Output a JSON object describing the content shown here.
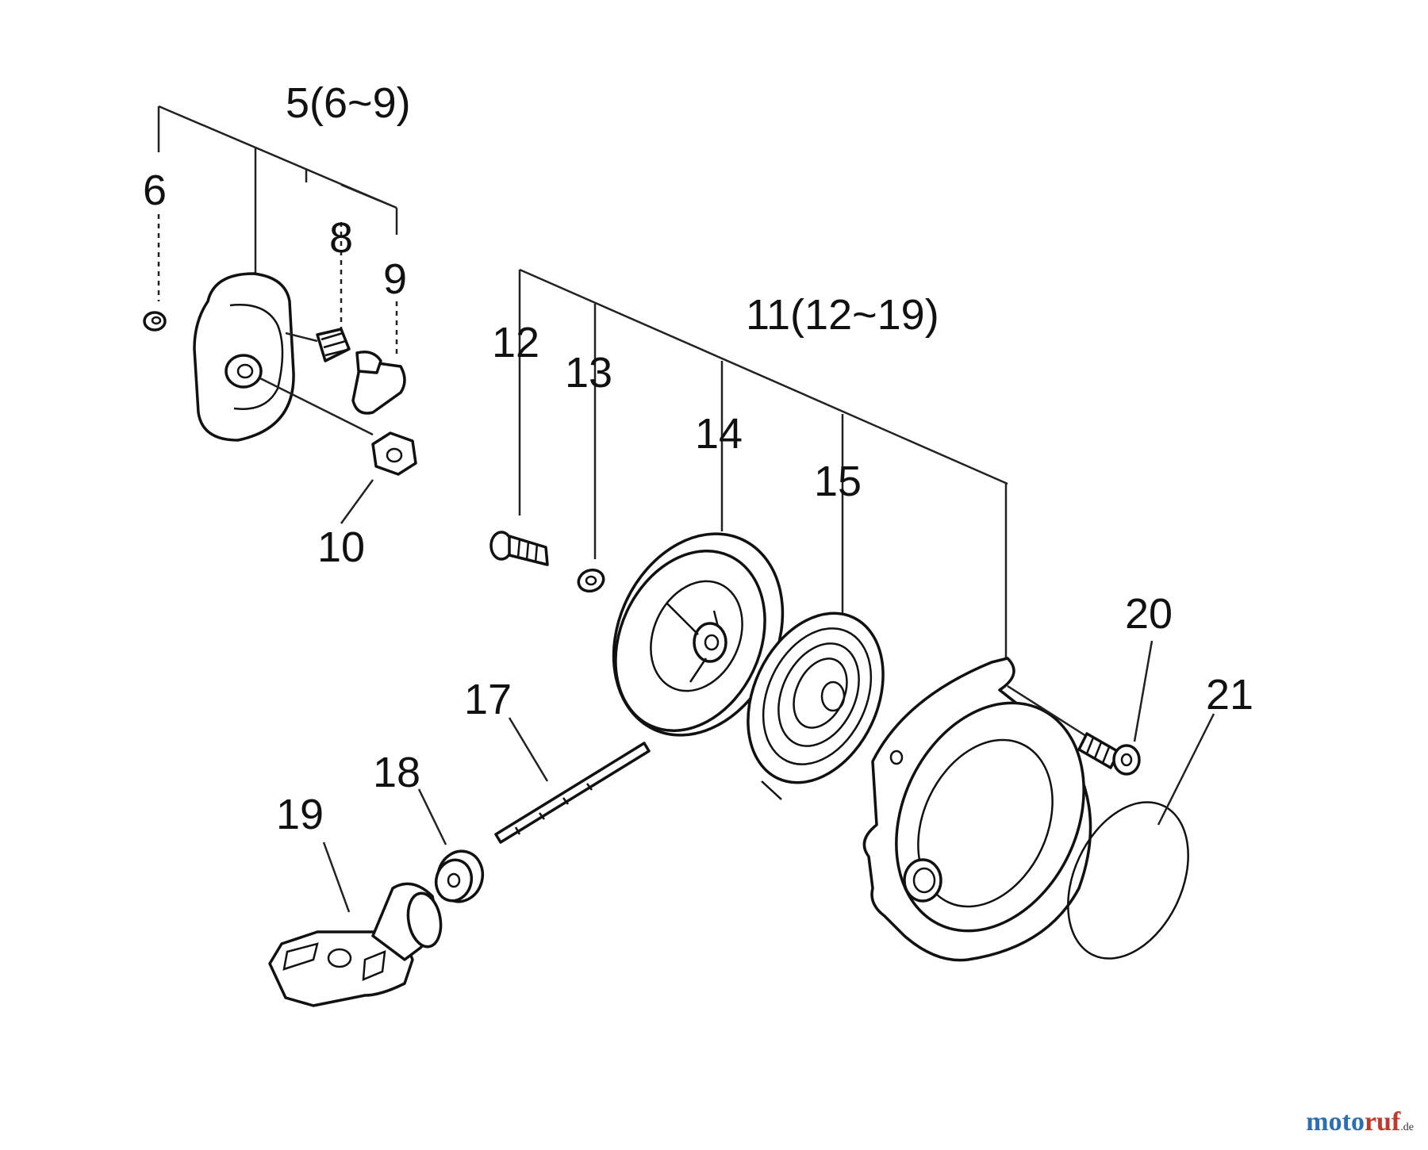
{
  "labels": {
    "l5": "5(6~9)",
    "l6": "6",
    "l8": "8",
    "l9": "9",
    "l10": "10",
    "l11": "11(12~19)",
    "l12": "12",
    "l13": "13",
    "l14": "14",
    "l15": "15",
    "l17": "17",
    "l18": "18",
    "l19": "19",
    "l20": "20",
    "l21": "21"
  },
  "watermark": {
    "part1": "moto",
    "part2": "ruf",
    "part3": ".de"
  }
}
